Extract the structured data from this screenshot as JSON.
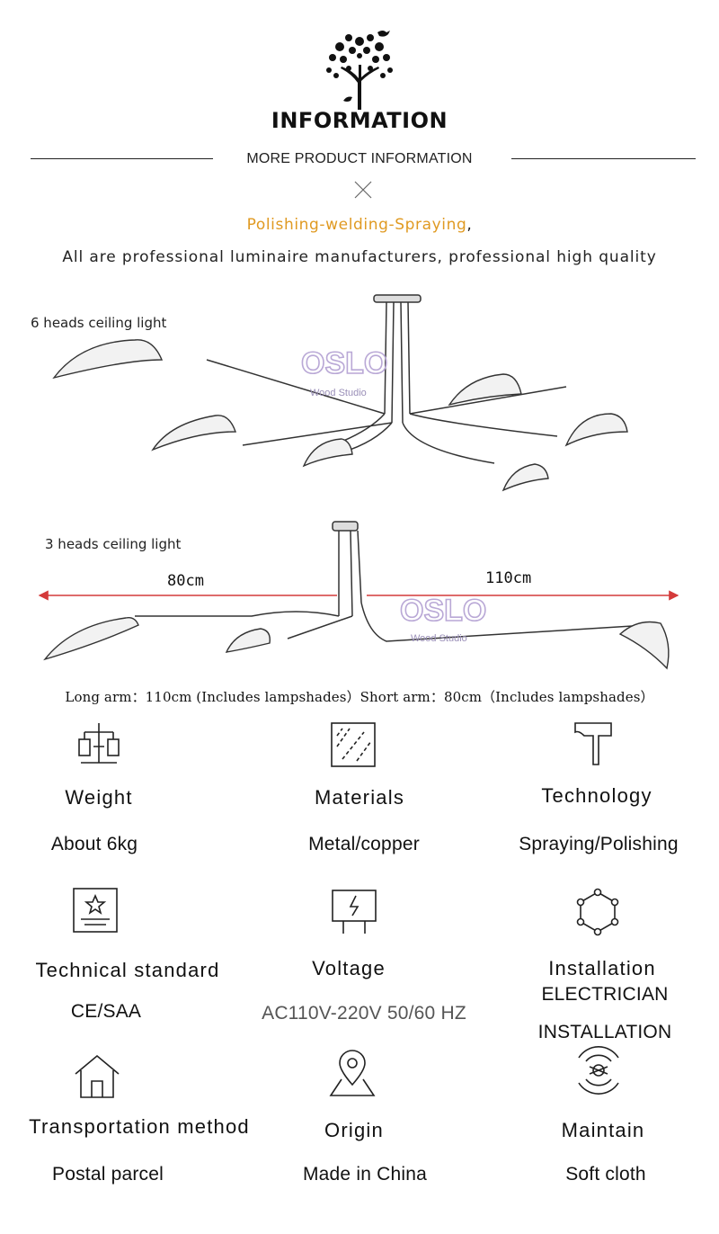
{
  "header": {
    "brand_title": "INFORMATION",
    "subheader": "MORE PRODUCT INFORMATION",
    "tagline_main": "Polishing-welding-Spraying",
    "tagline_comma": ",",
    "tagline_secondary": "All are professional luminaire manufacturers, professional high quality"
  },
  "product_images": {
    "six_heads_label": "6 heads ceiling light",
    "three_heads_label": "3 heads ceiling light",
    "watermark_word": "OSLO",
    "watermark_sub": "Wood Studio",
    "dimension_short": "80cm",
    "dimension_long": "110cm",
    "arm_note": "Long arm：110cm (Includes lampshades）Short arm：80cm（Includes lampshades）"
  },
  "specs": [
    {
      "icon": "scale-icon",
      "label": "Weight",
      "value": "About 6kg"
    },
    {
      "icon": "materials-icon",
      "label": "Materials",
      "value": "Metal/copper"
    },
    {
      "icon": "hammer-icon",
      "label": "Technology",
      "value": "Spraying/Polishing"
    },
    {
      "icon": "certificate-icon",
      "label": "Technical standard",
      "value": "CE/SAA"
    },
    {
      "icon": "voltage-icon",
      "label": "Voltage",
      "value": "AC110V-220V 50/60 HZ"
    },
    {
      "icon": "hexagon-network-icon",
      "label": "Installation",
      "value_line1": "ELECTRICIAN",
      "value_line2": "INSTALLATION"
    },
    {
      "icon": "house-icon",
      "label": "Transportation method",
      "value": "Postal parcel"
    },
    {
      "icon": "location-pin-icon",
      "label": "Origin",
      "value": "Made in China"
    },
    {
      "icon": "soft-cloth-icon",
      "label": "Maintain",
      "value": "Soft cloth"
    }
  ],
  "colors": {
    "accent": "#e09a22",
    "dimension_arrow": "#d43a3a",
    "watermark": "#b9a8d6"
  }
}
